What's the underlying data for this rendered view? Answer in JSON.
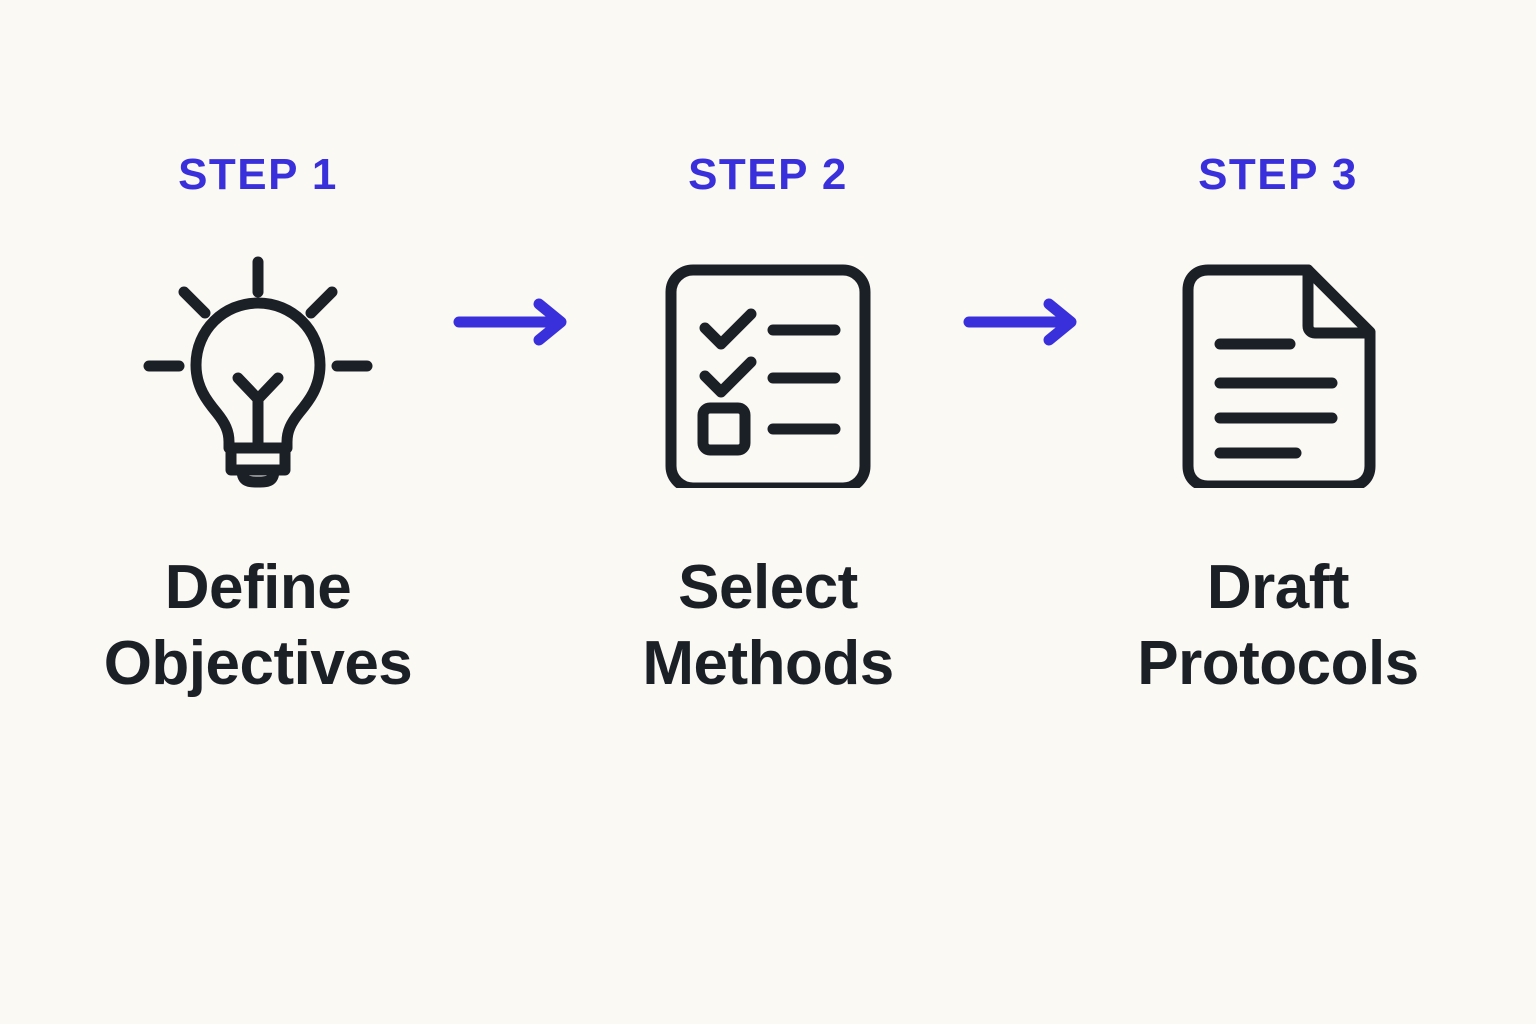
{
  "page": {
    "background_color": "#fbf9f4",
    "accent_color": "#3a30db",
    "ink_color": "#1b2027",
    "type": "process-flow-diagram",
    "step_count": 3
  },
  "steps": [
    {
      "eyebrow": "STEP 1",
      "label": "Define\nObjectives",
      "icon": "lightbulb-icon",
      "icon_description": "Light bulb with radiating rays, Y filament and screw base"
    },
    {
      "eyebrow": "STEP 2",
      "label": "Select\nMethods",
      "icon": "checklist-icon",
      "icon_description": "Rounded square panel with two checkmarks, one empty checkbox and three lines"
    },
    {
      "eyebrow": "STEP 3",
      "label": "Draft\nProtocols",
      "icon": "document-icon",
      "icon_description": "Document page with folded top-right corner and four text lines"
    }
  ],
  "connectors": [
    {
      "icon": "arrow-right-icon",
      "from": "STEP 1",
      "to": "STEP 2"
    },
    {
      "icon": "arrow-right-icon",
      "from": "STEP 2",
      "to": "STEP 3"
    }
  ]
}
